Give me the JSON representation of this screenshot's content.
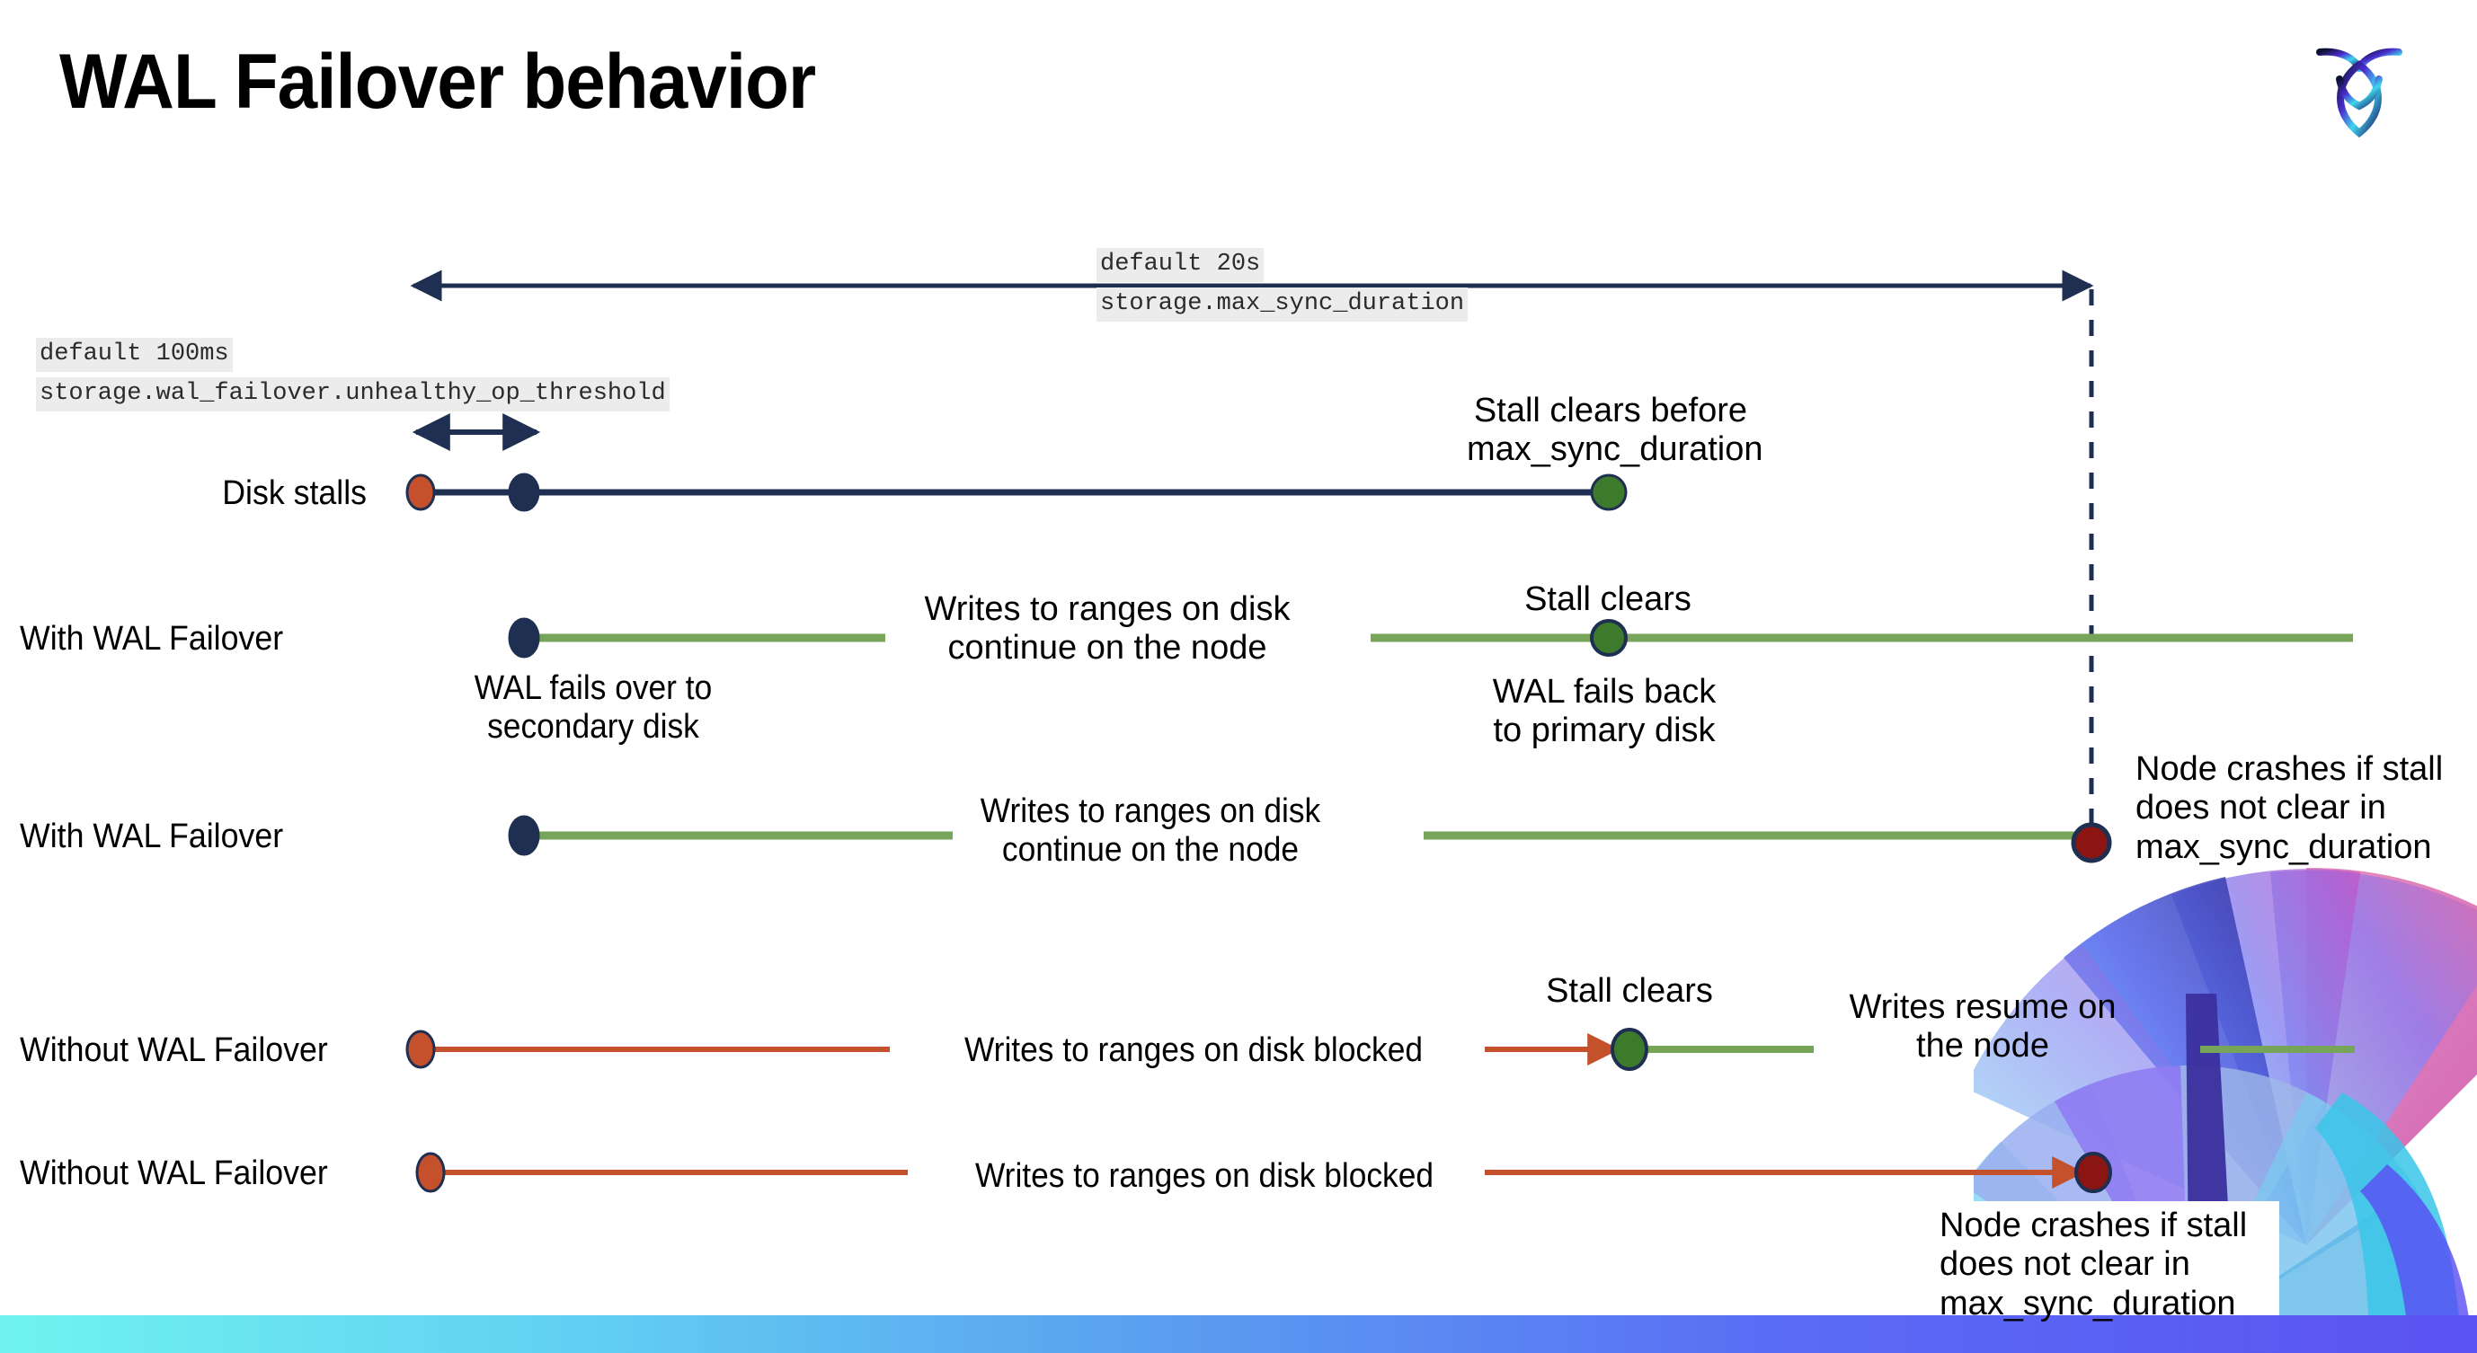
{
  "slide": {
    "title": "WAL Failover behavior",
    "logo_name": "cockroachdb-logo"
  },
  "colors": {
    "navy": "#1f2f52",
    "green_line": "#76a55a",
    "green_dot": "#3d7a2b",
    "orange": "#c4502c",
    "dark_red": "#8b1513",
    "chip_bg": "#ececec",
    "band_start": "#6ff3ef",
    "band_end": "#5b52f2"
  },
  "settings": {
    "max_sync": {
      "default_label": "default 20s",
      "name": "storage.max_sync_duration"
    },
    "unhealthy_op": {
      "default_label": "default 100ms",
      "name": "storage.wal_failover.unhealthy_op_threshold"
    }
  },
  "rows": [
    {
      "id": "disk-stalls",
      "label": "Disk stalls",
      "annotations": [
        {
          "id": "stall-clears-before",
          "lines": [
            "Stall clears before",
            "max_sync_duration"
          ]
        }
      ]
    },
    {
      "id": "with-wal-failover-recovers",
      "label": "With WAL Failover",
      "annotations": [
        {
          "id": "wal-fails-over",
          "lines": [
            "WAL fails over to",
            "secondary disk"
          ]
        },
        {
          "id": "writes-continue",
          "lines": [
            "Writes to ranges on disk",
            "continue on the node"
          ]
        },
        {
          "id": "stall-clears",
          "lines": [
            "Stall clears"
          ]
        },
        {
          "id": "wal-fails-back",
          "lines": [
            "WAL fails  back",
            "to primary disk"
          ]
        }
      ]
    },
    {
      "id": "with-wal-failover-crashes",
      "label": "With WAL Failover",
      "annotations": [
        {
          "id": "writes-continue-2",
          "lines": [
            "Writes to ranges on disk",
            "continue on the node"
          ]
        },
        {
          "id": "node-crashes-1",
          "lines": [
            "Node crashes if stall",
            "does not clear in",
            "max_sync_duration"
          ]
        }
      ]
    },
    {
      "id": "without-wal-failover-recovers",
      "label": "Without WAL Failover",
      "annotations": [
        {
          "id": "writes-blocked",
          "lines": [
            "Writes to ranges on disk  blocked"
          ]
        },
        {
          "id": "stall-clears-2",
          "lines": [
            "Stall clears"
          ]
        },
        {
          "id": "writes-resume",
          "lines": [
            "Writes resume on",
            "the node"
          ]
        }
      ]
    },
    {
      "id": "without-wal-failover-crashes",
      "label": "Without WAL Failover",
      "annotations": [
        {
          "id": "writes-blocked-2",
          "lines": [
            "Writes to ranges on disk  blocked"
          ]
        },
        {
          "id": "node-crashes-2",
          "lines": [
            "Node crashes if stall",
            "does not clear in",
            "max_sync_duration"
          ]
        }
      ]
    }
  ]
}
